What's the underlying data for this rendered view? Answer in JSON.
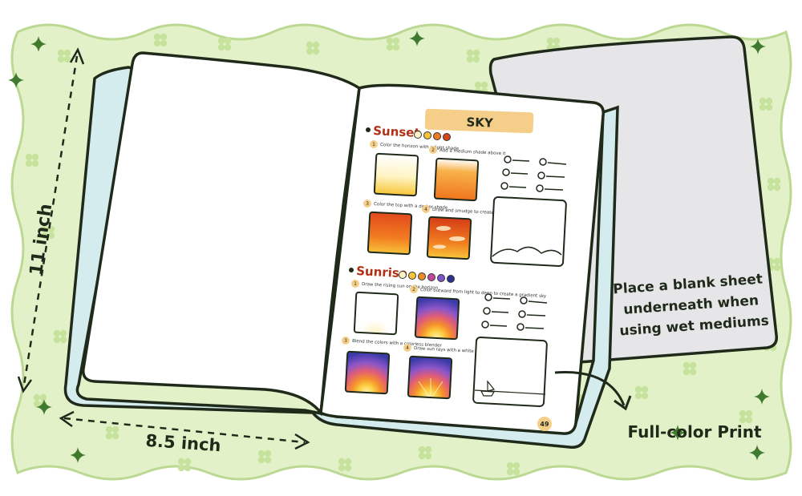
{
  "dimensions": {
    "height_label": "11 inch",
    "width_label": "8.5 inch"
  },
  "page": {
    "title": "SKY",
    "page_number": "49",
    "sections": [
      {
        "name": "Sunset",
        "palette": [
          "#fff2c6",
          "#f7c338",
          "#ee7a22",
          "#d8461c"
        ],
        "steps": [
          {
            "n": "1",
            "text": "Color the horizon with a light shade"
          },
          {
            "n": "2",
            "text": "Add a medium shade above it"
          },
          {
            "n": "3",
            "text": "Color the top with a darker shade"
          },
          {
            "n": "4",
            "text": "Draw and smudge to create clouds with a white acrylic pen"
          }
        ]
      },
      {
        "name": "Sunrise",
        "palette": [
          "#fff2c6",
          "#f7c338",
          "#ee8a2a",
          "#c2479c",
          "#7b52c8",
          "#2b2f8f"
        ],
        "steps": [
          {
            "n": "1",
            "text": "Draw the rising sun on the horizon"
          },
          {
            "n": "2",
            "text": "Color outward from light to deep to create a gradient sky"
          },
          {
            "n": "3",
            "text": "Blend the colors with a colorless blender"
          },
          {
            "n": "4",
            "text": "Draw sun rays with a white acrylic pen"
          }
        ]
      }
    ]
  },
  "callouts": {
    "blank_sheet": [
      "Place a blank sheet",
      "underneath when",
      "using wet mediums"
    ],
    "full_color": "Full-color Print"
  },
  "colors": {
    "background": "#e3f1c8",
    "clover": "#c6e39d",
    "sparkle": "#3f7a30",
    "spine": "#d5ecee",
    "tag": "#f5cf89"
  }
}
